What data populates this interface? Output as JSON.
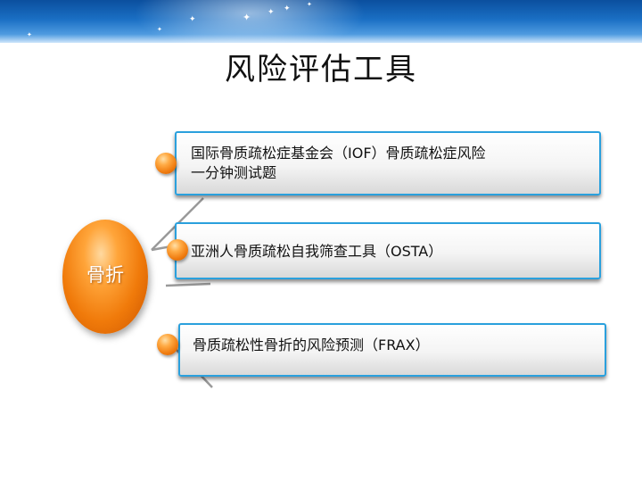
{
  "slide": {
    "title": "风险评估工具",
    "hub_label": "骨折"
  },
  "tools": [
    {
      "line1": "国际骨质疏松症基金会（IOF）骨质疏松症风险",
      "line2": "一分钟测试题"
    },
    {
      "line1": "亚洲人骨质疏松自我筛查工具（OSTA）"
    },
    {
      "line1": "骨质疏松性骨折的风险预测（FRAX）"
    }
  ],
  "colors": {
    "accent_orange": "#f07a0a",
    "card_border": "#2aa0dd",
    "banner_blue": "#1a6fc4"
  }
}
